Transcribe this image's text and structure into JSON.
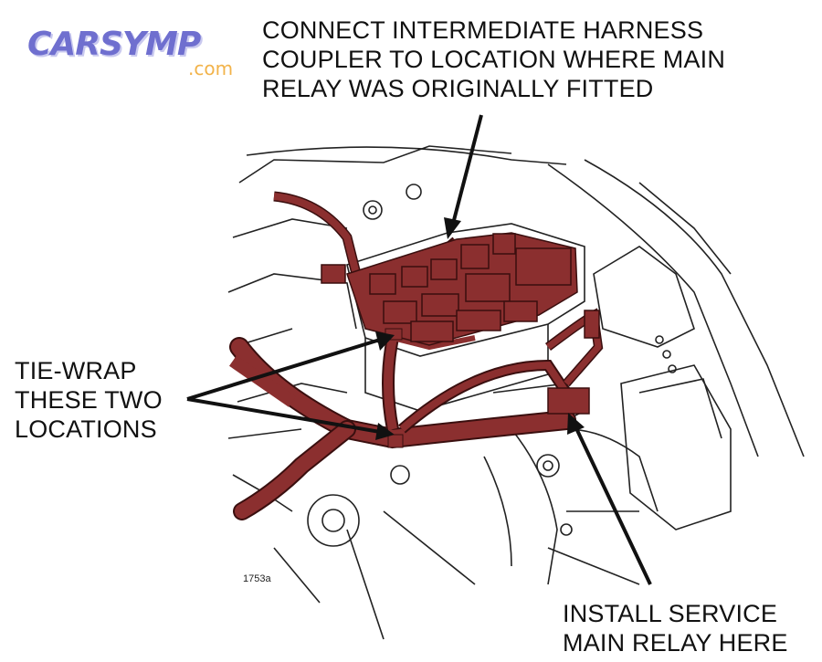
{
  "logo": {
    "main": "CARSYMP",
    "sub": ".com"
  },
  "callouts": {
    "top": [
      "CONNECT INTERMEDIATE HARNESS",
      "COUPLER TO LOCATION WHERE MAIN",
      "RELAY WAS ORIGINALLY FITTED"
    ],
    "left": [
      "TIE-WRAP",
      "THESE TWO",
      "LOCATIONS"
    ],
    "bottom": [
      "INSTALL SERVICE",
      "MAIN RELAY HERE"
    ]
  },
  "figure_id": "1753a",
  "colors": {
    "harness": "#8b2f2f",
    "harness_edge": "#3a0f0f",
    "line_art": "#222222",
    "logo_main": "#6f6fcf",
    "logo_sub": "#f2b34a"
  }
}
